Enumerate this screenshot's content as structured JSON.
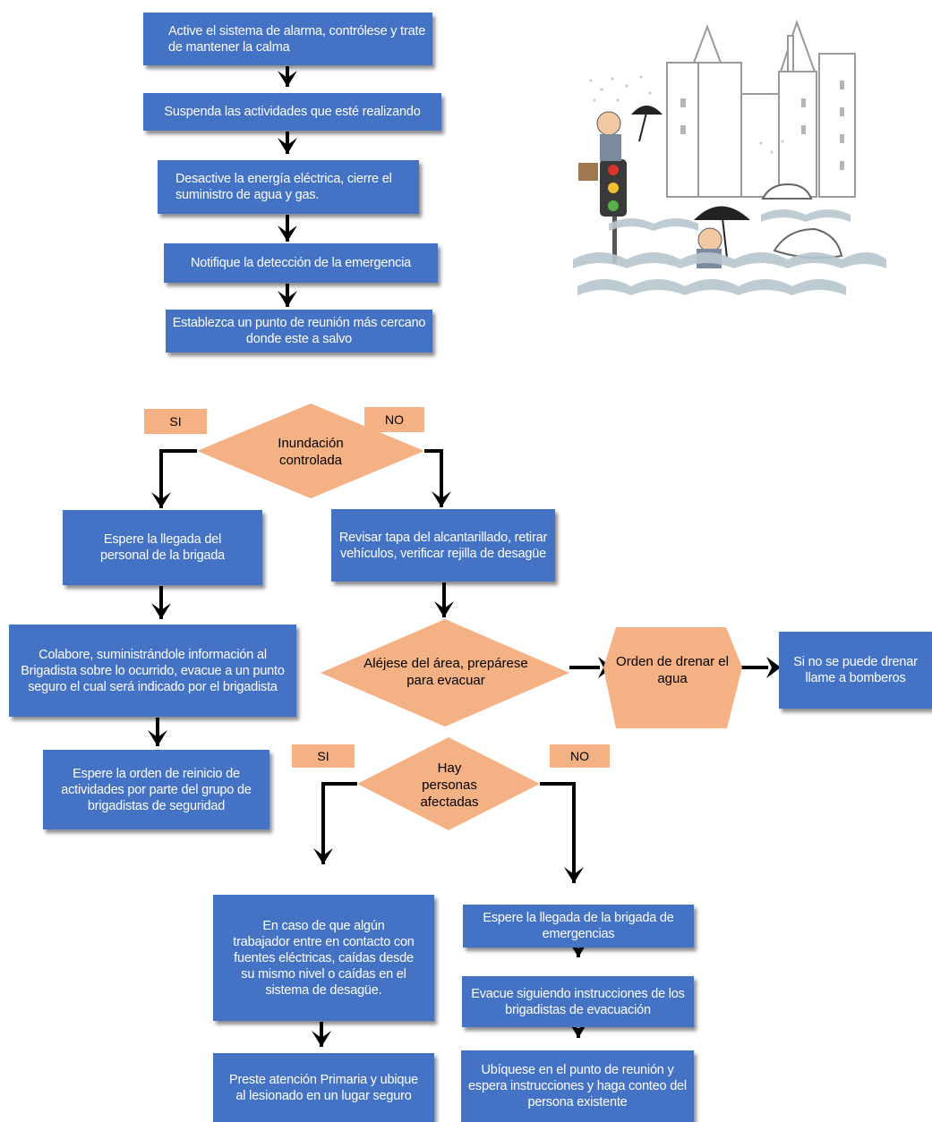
{
  "steps": {
    "s1": "Active el sistema de alarma, contrólese y trate de mantener la calma",
    "s2": "Suspenda las actividades que esté realizando",
    "s3": "Desactive la energía eléctrica, cierre el suministro de agua y gas.",
    "s4": "Notifique la detección de la emergencia",
    "s5": "Establezca un punto de reunión más cercano donde este a salvo"
  },
  "decision1": {
    "label": "Inundación controlada",
    "yes": "SI",
    "no": "NO",
    "yes_step1": "Espere la llegada del personal de la brigada",
    "yes_step2": "Colabore, suministrándole información al Brigadista sobre lo ocurrido, evacue a un punto seguro el cual será indicado por el brigadista",
    "yes_step3": "Espere la orden de reinicio de actividades por parte del grupo de brigadistas de seguridad",
    "no_step1": "Revisar tapa del alcantarillado, retirar vehículos, verificar rejilla de desagüe"
  },
  "alejese": "Aléjese del área, prepárese para evacuar",
  "drenar": "Orden de drenar el agua",
  "bomberos": "Si no se puede drenar llame a bomberos",
  "decision2": {
    "label": "Hay personas afectadas",
    "yes": "SI",
    "no": "NO",
    "yes_step1": "En caso de que algún trabajador entre en contacto con fuentes eléctricas, caídas desde su mismo nivel o caídas en el sistema de desagüe.",
    "yes_step2": "Preste atención Primaria y ubique al lesionado en un lugar seguro",
    "no_step1": "Espere la llegada de la brigada de emergencias",
    "no_step2": "Evacue siguiendo instrucciones de los brigadistas de evacuación",
    "no_step3": "Ubíquese en el punto de reunión y espera instrucciones y haga conteo del persona existente"
  },
  "colors": {
    "box": "#4472c4",
    "tag": "#f4b183",
    "diamond": "#f4b183"
  },
  "illustration": "flood-cartoon"
}
